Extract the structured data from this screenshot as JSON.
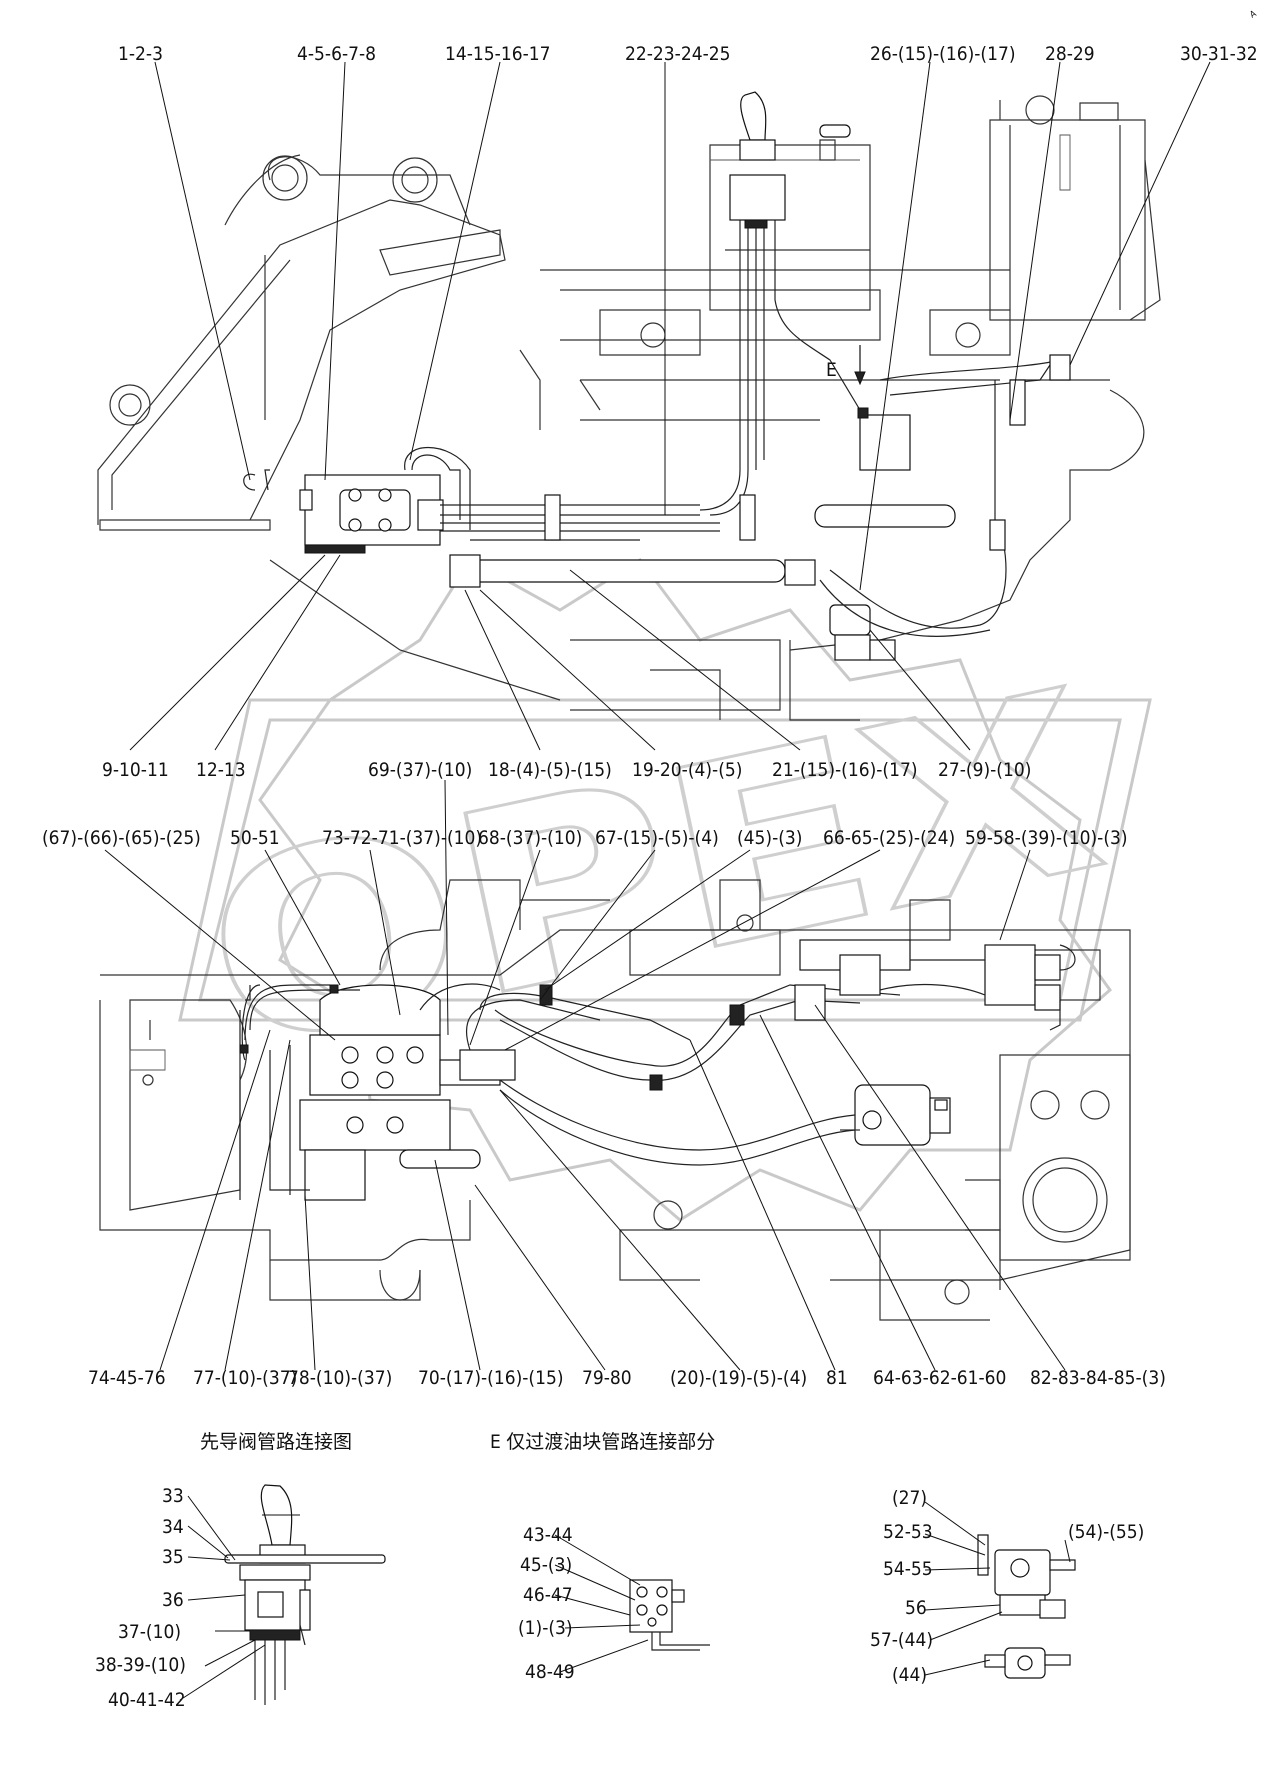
{
  "drawing": {
    "section_titles": {
      "pilot": "先导阀管路连接图",
      "transition": "E 仅过渡油块管路连接部分"
    },
    "view_marker": "E",
    "corner_mark": "A",
    "callouts_top": [
      {
        "id": "t1",
        "text": "1-2-3"
      },
      {
        "id": "t2",
        "text": "4-5-6-7-8"
      },
      {
        "id": "t3",
        "text": "14-15-16-17"
      },
      {
        "id": "t4",
        "text": "22-23-24-25"
      },
      {
        "id": "t5",
        "text": "26-(15)-(16)-(17)"
      },
      {
        "id": "t6",
        "text": "28-29"
      },
      {
        "id": "t7",
        "text": "30-31-32"
      },
      {
        "id": "t8",
        "text": "9-10-11"
      },
      {
        "id": "t9",
        "text": "12-13"
      },
      {
        "id": "t10",
        "text": "18-(4)-(5)-(15)"
      },
      {
        "id": "t11",
        "text": "19-20-(4)-(5)"
      },
      {
        "id": "t12",
        "text": "21-(15)-(16)-(17)"
      },
      {
        "id": "t13",
        "text": "27-(9)-(10)"
      }
    ],
    "callouts_middle": [
      {
        "id": "m1",
        "text": "69-(37)-(10)"
      },
      {
        "id": "m2",
        "text": "(67)-(66)-(65)-(25)"
      },
      {
        "id": "m3",
        "text": "50-51"
      },
      {
        "id": "m4",
        "text": "73-72-71-(37)-(10)"
      },
      {
        "id": "m5",
        "text": "68-(37)-(10)"
      },
      {
        "id": "m6",
        "text": "67-(15)-(5)-(4)"
      },
      {
        "id": "m7",
        "text": "(45)-(3)"
      },
      {
        "id": "m8",
        "text": "66-65-(25)-(24)"
      },
      {
        "id": "m9",
        "text": "59-58-(39)-(10)-(3)"
      },
      {
        "id": "m10",
        "text": "74-45-76"
      },
      {
        "id": "m11",
        "text": "77-(10)-(37)"
      },
      {
        "id": "m12",
        "text": "78-(10)-(37)"
      },
      {
        "id": "m13",
        "text": "70-(17)-(16)-(15)"
      },
      {
        "id": "m14",
        "text": "79-80"
      },
      {
        "id": "m15",
        "text": "(20)-(19)-(5)-(4)"
      },
      {
        "id": "m16",
        "text": "81"
      },
      {
        "id": "m17",
        "text": "64-63-62-61-60"
      },
      {
        "id": "m18",
        "text": "82-83-84-85-(3)"
      }
    ],
    "callouts_pilot": [
      {
        "id": "p1",
        "text": "33"
      },
      {
        "id": "p2",
        "text": "34"
      },
      {
        "id": "p3",
        "text": "35"
      },
      {
        "id": "p4",
        "text": "36"
      },
      {
        "id": "p5",
        "text": "37-(10)"
      },
      {
        "id": "p6",
        "text": "38-39-(10)"
      },
      {
        "id": "p7",
        "text": "40-41-42"
      }
    ],
    "callouts_transition": [
      {
        "id": "e1",
        "text": "43-44"
      },
      {
        "id": "e2",
        "text": "45-(3)"
      },
      {
        "id": "e3",
        "text": "46-47"
      },
      {
        "id": "e4",
        "text": "(1)-(3)"
      },
      {
        "id": "e5",
        "text": "48-49"
      }
    ],
    "callouts_valve": [
      {
        "id": "v1",
        "text": "(27)"
      },
      {
        "id": "v2",
        "text": "52-53"
      },
      {
        "id": "v3",
        "text": "(54)-(55)"
      },
      {
        "id": "v4",
        "text": "54-55"
      },
      {
        "id": "v5",
        "text": "56"
      },
      {
        "id": "v6",
        "text": "57-(44)"
      },
      {
        "id": "v7",
        "text": "(44)"
      }
    ],
    "watermark": "OPEX"
  }
}
